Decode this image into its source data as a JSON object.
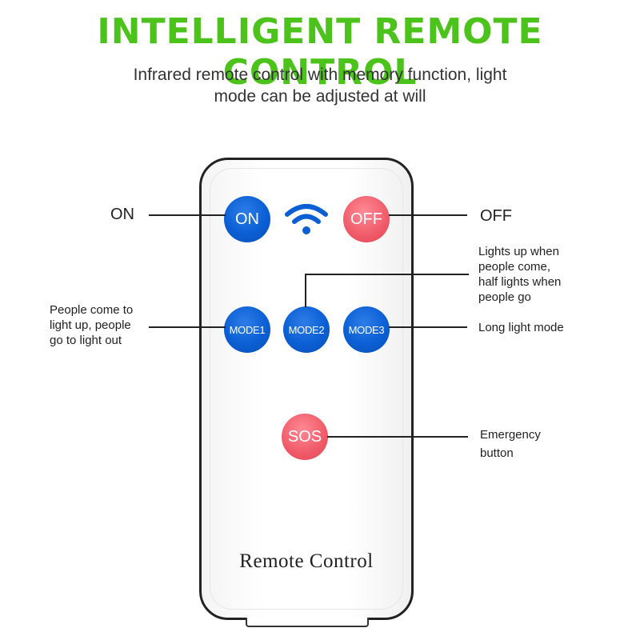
{
  "header": {
    "title": "INTELLIGENT REMOTE CONTROL",
    "subtitle_line1": "Infrared remote control with memory function, light",
    "subtitle_line2": "mode can be adjusted at will"
  },
  "remote": {
    "label": "Remote Control",
    "buttons": {
      "on": "ON",
      "off": "OFF",
      "mode1": "MODE1",
      "mode2": "MODE2",
      "mode3": "MODE3",
      "sos": "SOS"
    },
    "icons": {
      "signal": "wifi-signal-icon"
    },
    "colors": {
      "blue": "#0b5fd4",
      "red": "#f05a68",
      "accent": "#4cc31a"
    }
  },
  "annotations": {
    "on": "ON",
    "off": "OFF",
    "mode1": [
      "People come to",
      "light up, people",
      "go to light out"
    ],
    "mode2": [
      "Lights up when",
      "people come,",
      "half lights when",
      "people go"
    ],
    "mode3": "Long light mode",
    "sos": [
      "Emergency",
      "button"
    ]
  }
}
